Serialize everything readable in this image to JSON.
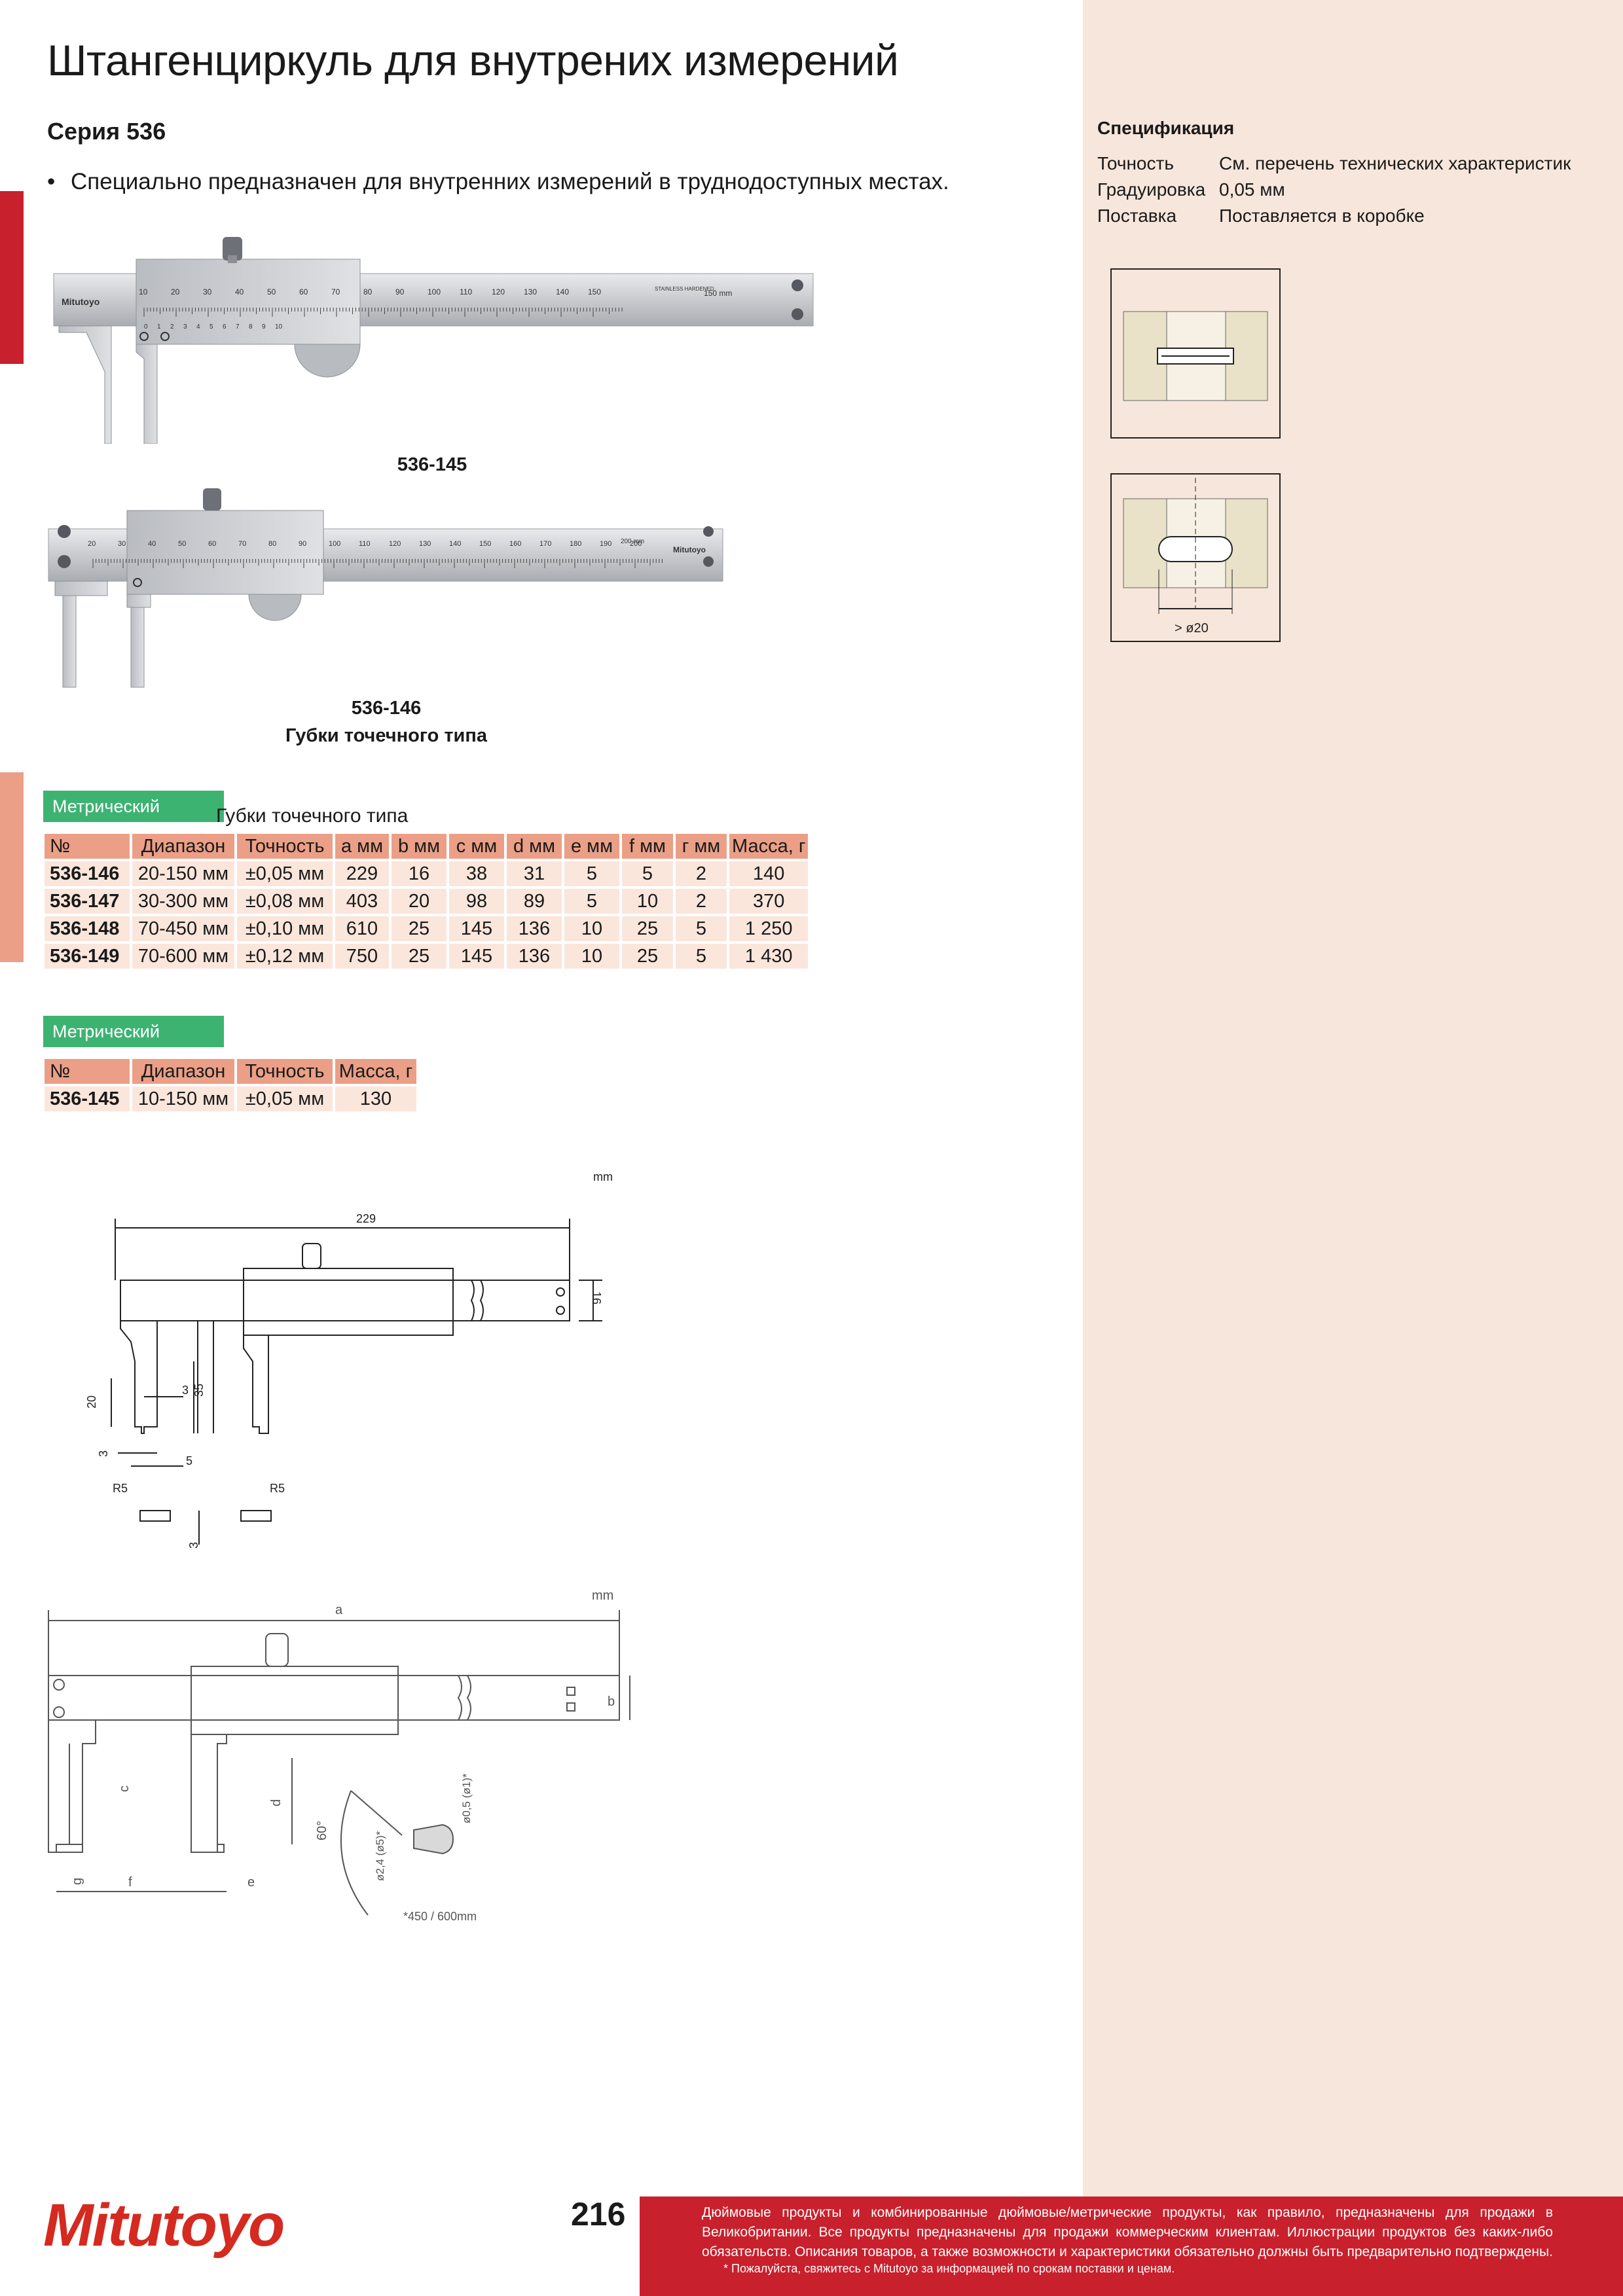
{
  "title": "Штангенциркуль для внутрених измерений",
  "series": "Серия 536",
  "bullet": "Специально предназначен для внутренних измерений в труднодоступных местах.",
  "images": {
    "caliper1_label": "536-145",
    "caliper2_label": "536-146",
    "caliper2_sublabel": "Губки точечного типа",
    "caliper1_scale": [
      "10",
      "20",
      "30",
      "40",
      "50",
      "60",
      "70",
      "80",
      "90",
      "100",
      "110",
      "120",
      "130",
      "140",
      "150"
    ],
    "caliper1_vernier": [
      "0",
      "1",
      "2",
      "3",
      "4",
      "5",
      "6",
      "7",
      "8",
      "9",
      "10"
    ],
    "caliper1_end": "150 mm",
    "caliper2_scale": [
      "20",
      "30",
      "40",
      "50",
      "60",
      "70",
      "80",
      "90",
      "100",
      "110",
      "120",
      "130",
      "140",
      "150",
      "160",
      "170",
      "180",
      "190",
      "200"
    ],
    "caliper2_end": "200 mm",
    "brand": "Mitutoyo",
    "engraving": "STAINLESS HARDENED"
  },
  "spec": {
    "title": "Спецификация",
    "rows": [
      {
        "k": "Точность",
        "v": "См. перечень технических характеристик"
      },
      {
        "k": "Градуировка",
        "v": "0,05 мм"
      },
      {
        "k": "Поставка",
        "v": "Поставляется в коробке"
      }
    ],
    "diagram_label": "> ø20"
  },
  "table1": {
    "tag": "Метрический",
    "caption": "Губки точечного типа",
    "headers": [
      "№",
      "Диапазон",
      "Точность",
      "a мм",
      "b мм",
      "c мм",
      "d мм",
      "e мм",
      "f мм",
      "г мм",
      "Масса, г"
    ],
    "rows": [
      [
        "536-146",
        "20-150 мм",
        "±0,05 мм",
        "229",
        "16",
        "38",
        "31",
        "5",
        "5",
        "2",
        "140"
      ],
      [
        "536-147",
        "30-300 мм",
        "±0,08 мм",
        "403",
        "20",
        "98",
        "89",
        "5",
        "10",
        "2",
        "370"
      ],
      [
        "536-148",
        "70-450 мм",
        "±0,10 мм",
        "610",
        "25",
        "145",
        "136",
        "10",
        "25",
        "5",
        "1 250"
      ],
      [
        "536-149",
        "70-600 мм",
        "±0,12 мм",
        "750",
        "25",
        "145",
        "136",
        "10",
        "25",
        "5",
        "1 430"
      ]
    ]
  },
  "table2": {
    "tag": "Метрический",
    "headers": [
      "№",
      "Диапазон",
      "Точность",
      "Масса, г"
    ],
    "rows": [
      [
        "536-145",
        "10-150 мм",
        "±0,05 мм",
        "130"
      ]
    ]
  },
  "drawing1": {
    "unit": "mm",
    "dims": {
      "length": "229",
      "height": "16",
      "jaw": "35",
      "left": "20",
      "w3": "3",
      "w3b": "3",
      "w5": "5",
      "r5a": "R5",
      "r5b": "R5",
      "tip": "3"
    }
  },
  "drawing2": {
    "unit": "mm",
    "dims": {
      "a": "a",
      "b": "b",
      "c": "c",
      "d": "d",
      "g": "g",
      "f": "f",
      "e": "e",
      "angle": "60°",
      "tip1": "ø2,4 (ø5)*",
      "tip2": "ø0,5 (ø1)*",
      "note": "*450 / 600mm"
    }
  },
  "page_number": "216",
  "logo": "Mitutoyo",
  "footer": {
    "text": "Дюймовые продукты и комбинированные дюймовые/метрические продукты, как правило, предназначены для продажи в Великобритании. Все продукты предназначены для продажи коммерческим клиентам. Иллюстрации продуктов без каких-либо обязательств. Описания товаров, а также возможности и характеристики обязательно должны быть предварительно подтверждены.",
    "note": "* Пожалуйста, свяжитесь с Mitutoyo за информацией по срокам поставки и ценам."
  },
  "colors": {
    "accent_red": "#c8202c",
    "salmon": "#eb9f86",
    "green": "#3db372",
    "sidebar": "#f7e6db",
    "row": "#fbe6dc"
  }
}
